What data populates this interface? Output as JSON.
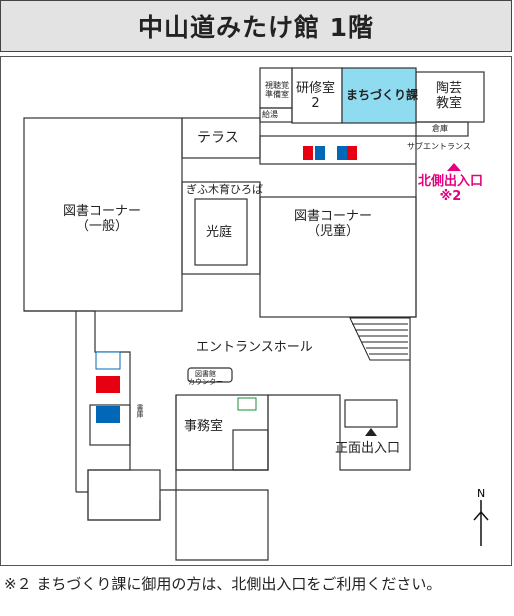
{
  "title": "中山道みたけ館 1階",
  "rooms": {
    "av_room_line1": "視聴覚",
    "av_room_line2": "準備室",
    "storage_small": "給湯",
    "training_room_line1": "研修室",
    "training_room_line2": "2",
    "machizukuri": "まちづくり課",
    "pottery_line1": "陶芸",
    "pottery_line2": "教室",
    "warehouse": "倉庫",
    "sub_entrance": "サブエントランス",
    "terrace": "テラス",
    "wood_plaza": "ぎふ木育ひろば",
    "library_general_line1": "図書コーナー",
    "library_general_line2": "（一般）",
    "courtyard": "光庭",
    "library_children_line1": "図書コーナー",
    "library_children_line2": "（児童）",
    "entrance_hall": "エントランスホール",
    "library_counter_line1": "図書館",
    "library_counter_line2": "カウンター",
    "office": "事務室",
    "main_entrance": "正面出入口",
    "storage_label": "書庫"
  },
  "north_entrance": {
    "line1": "北側出入口",
    "line2": "※2",
    "color": "#e4007f"
  },
  "compass": "N",
  "footnote": "※２ まちづくり課に御用の方は、北側出入口をご利用ください。",
  "colors": {
    "machizukuri_fill": "#8fdcf0",
    "female": "#e60012",
    "male": "#0068b7",
    "accessible": "#0068b7"
  },
  "icons": [
    "male-icon",
    "female-icon",
    "accessible-icon",
    "emergency-exit-icon",
    "entrance-arrow-icon",
    "north-arrow-icon"
  ]
}
